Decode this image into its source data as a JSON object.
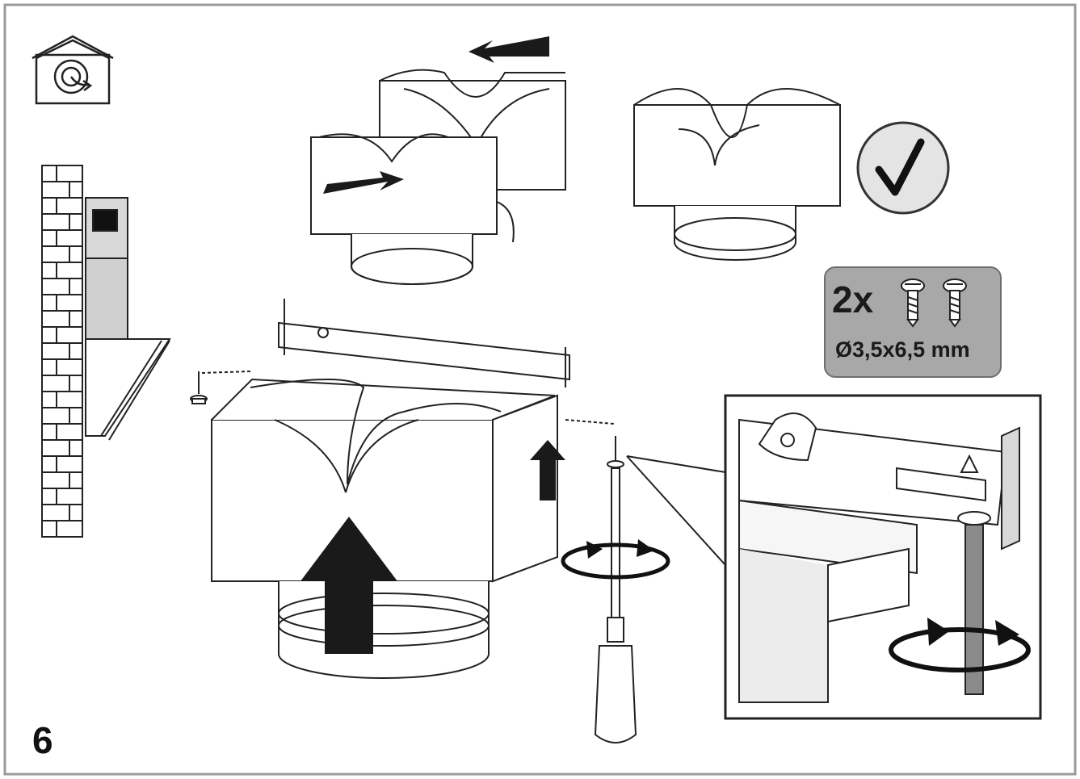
{
  "step": {
    "number": "6"
  },
  "screw_spec": {
    "quantity": "2x",
    "size": "Ø3,5x6,5 mm"
  },
  "icons": {
    "mode": "recirculation-mode-icon",
    "confirm": "checkmark-icon",
    "rotate": "rotate-arrow-icon",
    "push": "push-arrow-icon",
    "tool": "screwdriver-icon"
  },
  "colors": {
    "line": "#222222",
    "badge_fill": "#a8a8a8",
    "badge_border": "#6e6e6e",
    "check_fill": "#e4e4e4",
    "hood_panel": "#d8d8d8",
    "arrow": "#1a1a1a"
  }
}
